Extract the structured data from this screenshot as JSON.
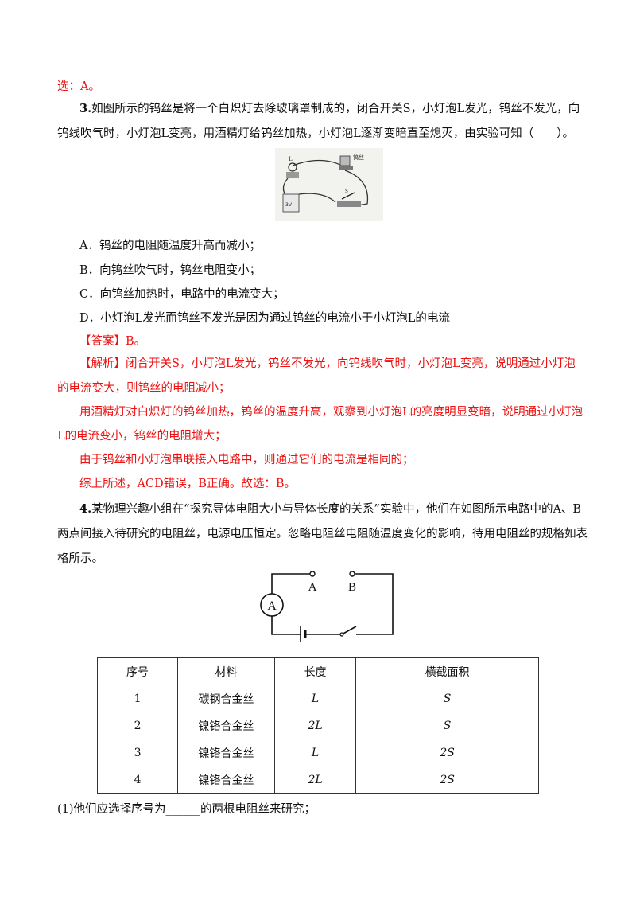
{
  "prev_answer": "选：A。",
  "q3": {
    "number": "3.",
    "line1": "如图所示的钨丝是将一个白炽灯去除玻璃罩制成的，闭合开关S，小灯泡L发光，钨丝不发光，向",
    "line2": "钨线吹气时，小灯泡L变亮，用酒精灯给钨丝加热，小灯泡L逐渐变暗直至熄灭，由实验可知（　　）。",
    "figure": {
      "label_L": "L",
      "label_tungsten": "钨丝",
      "label_S": "S",
      "label_battery": "3V"
    },
    "options": [
      "A．钨丝的电阻随温度升高而减小；",
      "B．向钨丝吹气时，钨丝电阻变小；",
      "C．向钨丝加热时，电路中的电流变大；",
      "D．小灯泡L发光而钨丝不发光是因为通过钨丝的电流小于小灯泡L的电流"
    ],
    "answer": "【答案】B。",
    "analysis": [
      "【解析】闭合开关S，小灯泡L发光，钨丝不发光，向钨线吹气时，小灯泡L变亮，说明通过小灯泡",
      "的电流变大，则钨丝的电阻减小；",
      "用酒精灯对白炽灯的钨丝加热，钨丝的温度升高，观察到小灯泡L的亮度明显变暗，说明通过小灯泡",
      "L的电流变小，钨丝的电阻增大；",
      "由于钨丝和小灯泡串联接入电路中，则通过它们的电流是相同的；",
      "综上所述，ACD错误，B正确。故选：B。"
    ]
  },
  "q4": {
    "number": "4.",
    "line1": "某物理兴趣小组在“探究导体电阻大小与导体长度的关系”实验中，他们在如图所示电路中的A、B",
    "line2": "两点间接入待研究的电阻丝，电源电压恒定。忽略电阻丝电阻随温度变化的影响，待用电阻丝的规格如表",
    "line3": "格所示。",
    "figure": {
      "label_A": "A",
      "label_B": "B",
      "meter": "A"
    },
    "table": {
      "headers": [
        "序号",
        "材料",
        "长度",
        "横截面积"
      ],
      "rows": [
        [
          "1",
          "碳钢合金丝",
          "L",
          "S"
        ],
        [
          "2",
          "镍铬合金丝",
          "2L",
          "S"
        ],
        [
          "3",
          "镍铬合金丝",
          "L",
          "2S"
        ],
        [
          "4",
          "镍铬合金丝",
          "2L",
          "2S"
        ]
      ]
    },
    "sub1": "(1)他们应选择序号为______的两根电阻丝来研究；"
  }
}
